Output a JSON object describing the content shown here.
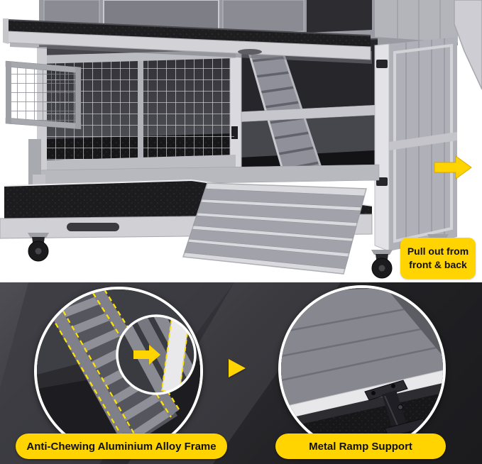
{
  "photo": {
    "badge_line1": "Pull out from",
    "badge_line2": "front & back"
  },
  "features": {
    "left_label": "Anti-Chewing Aluminium Alloy Frame",
    "right_label": "Metal Ramp Support"
  },
  "colors": {
    "accent_yellow": "#ffd400",
    "badge_text": "#111111",
    "hutch_gray": "#9b9ba3",
    "hutch_light_gray": "#d3d3d8",
    "tray_black": "#1d1d1f",
    "strip_background": "#2c2c30",
    "highlight_dash_yellow": "#ffe400"
  },
  "icons": {
    "pull_out_arrow": "right-arrow",
    "play_marker": "right-triangle",
    "magnifier_circle": "zoom-detail-circle",
    "frame_highlight": "yellow-dashed-outline"
  }
}
